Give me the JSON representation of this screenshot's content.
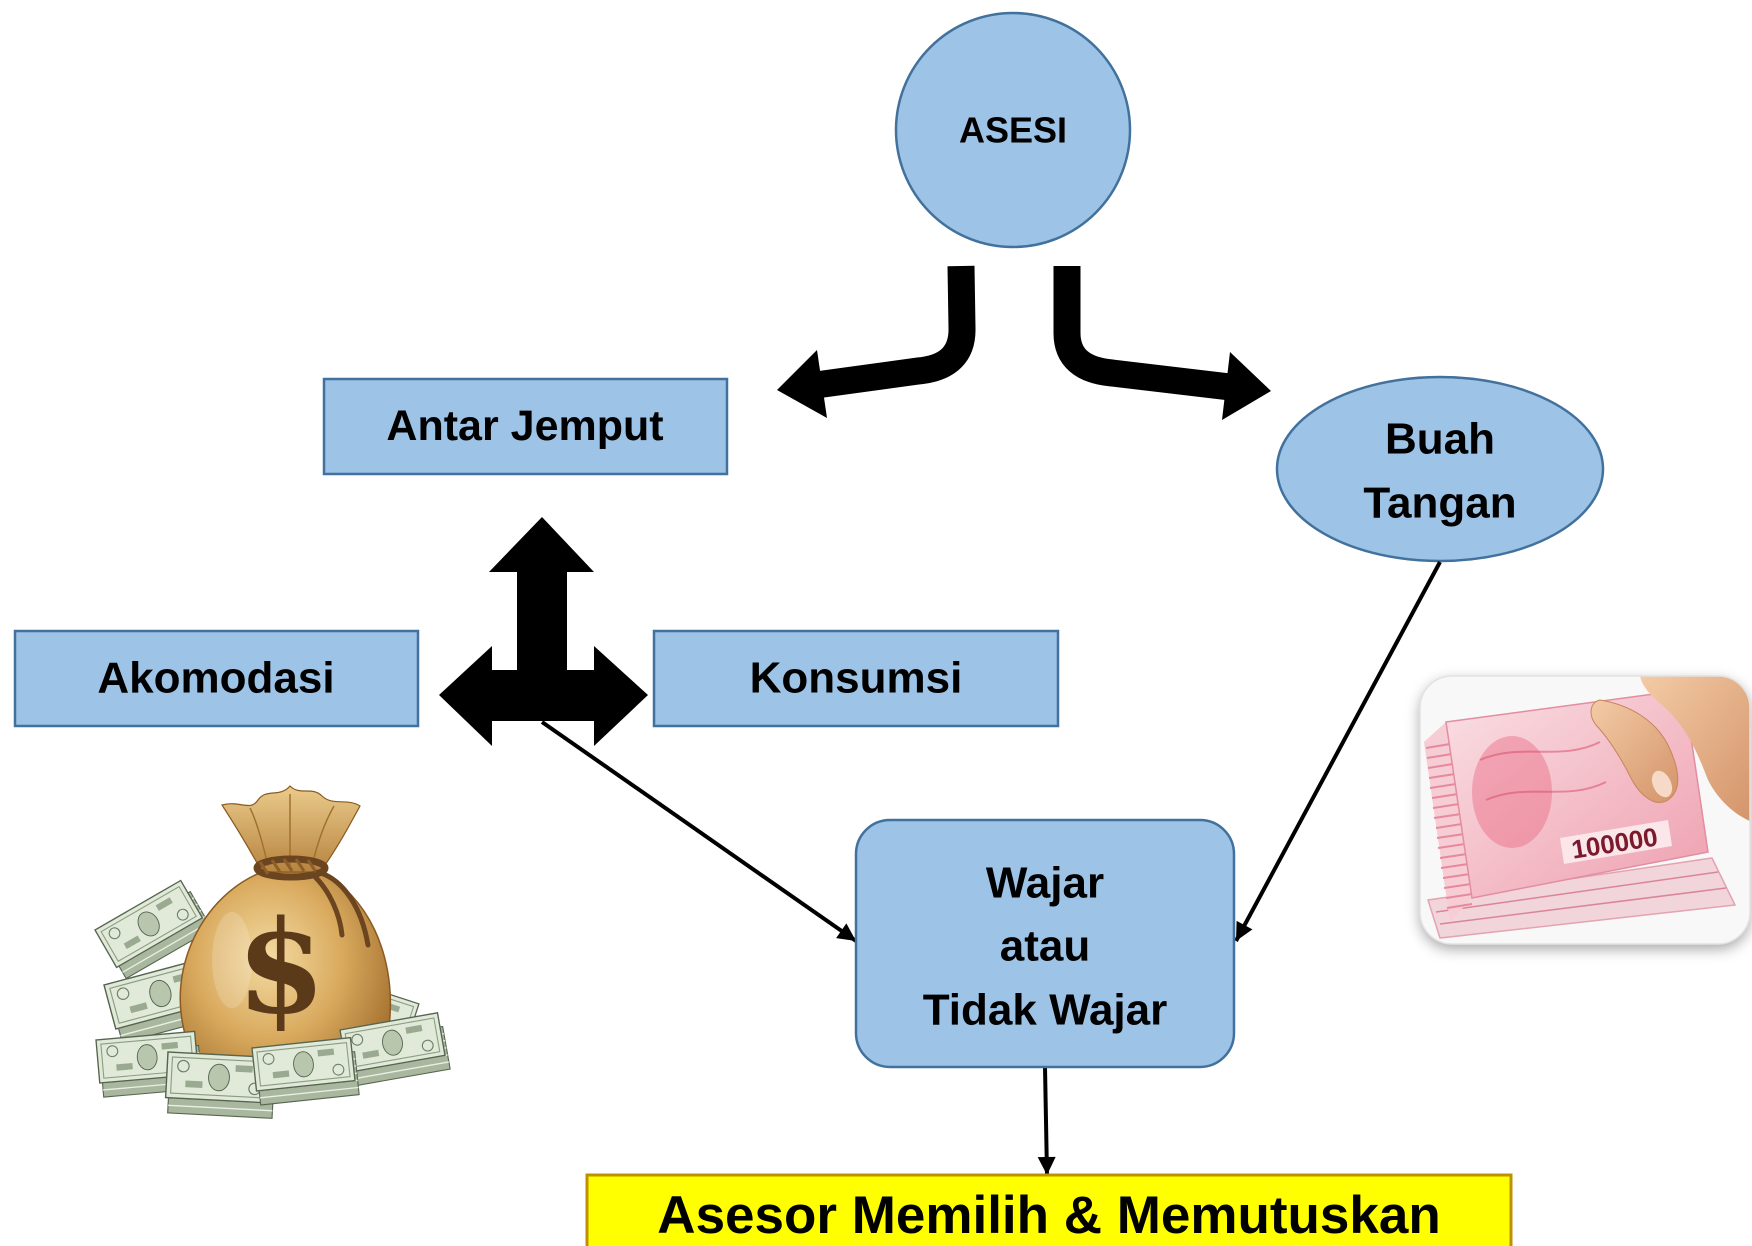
{
  "nodes": {
    "asesi": {
      "label": "ASESI"
    },
    "antar_jemput": {
      "label": "Antar Jemput"
    },
    "buah_tangan": {
      "lines": [
        "Buah",
        "Tangan"
      ]
    },
    "akomodasi": {
      "label": "Akomodasi"
    },
    "konsumsi": {
      "label": "Konsumsi"
    },
    "penilaian": {
      "lines": [
        "Wajar",
        "atau",
        "Tidak Wajar"
      ]
    },
    "keputusan": {
      "label": "Asesor Memilih & Memutuskan"
    }
  },
  "illustrations": {
    "money_bag": {
      "icon": "money-bag-icon",
      "symbol": "$"
    },
    "banknotes": {
      "icon": "rupiah-banknotes-icon",
      "value": "100000"
    }
  },
  "colors": {
    "node_fill": "#9DC3E6",
    "node_stroke": "#41719C",
    "decision_fill": "#FFFF00",
    "decision_stroke": "#BF9000",
    "arrow": "#000000",
    "text": "#000000"
  }
}
